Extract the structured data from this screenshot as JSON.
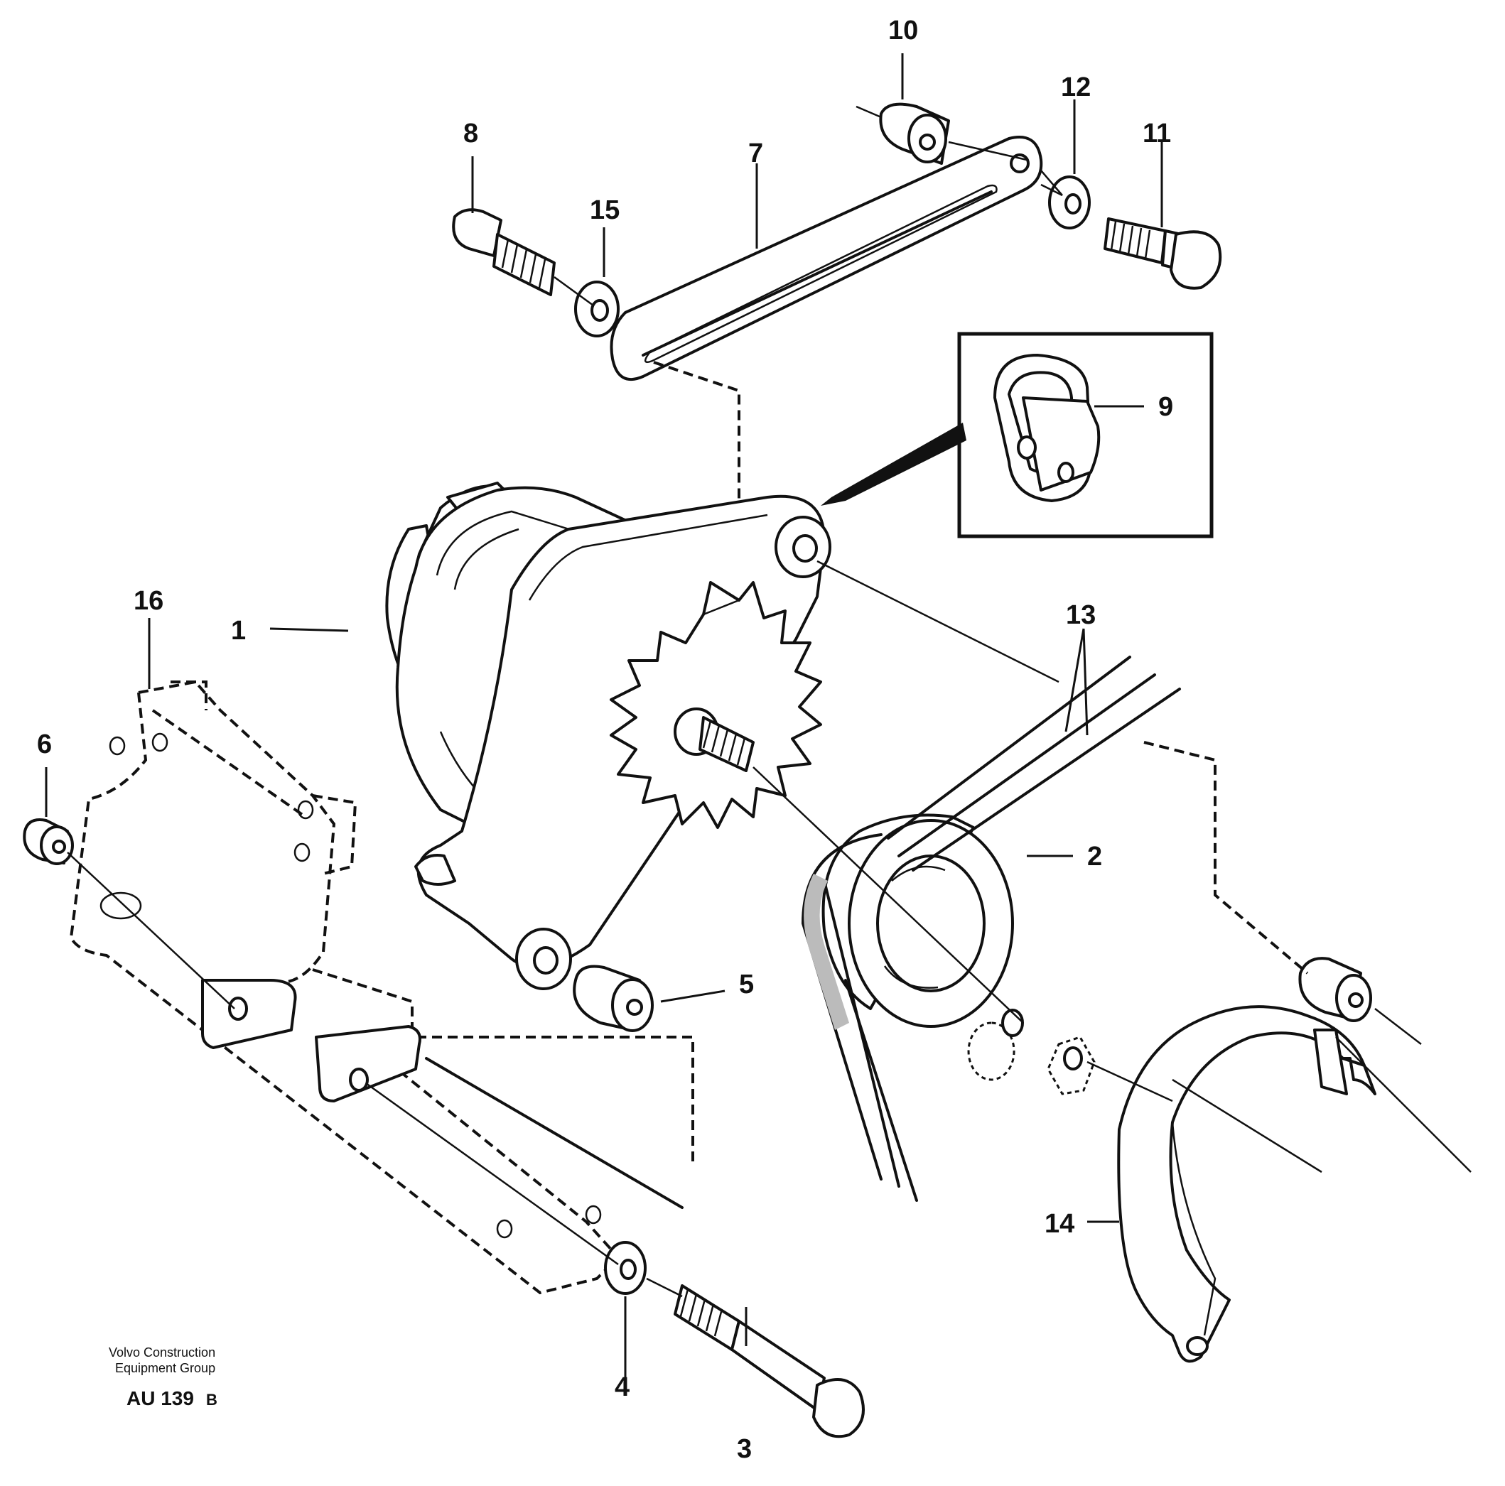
{
  "callouts": {
    "c1": "1",
    "c2": "2",
    "c3": "3",
    "c4": "4",
    "c5": "5",
    "c6": "6",
    "c7": "7",
    "c8": "8",
    "c9": "9",
    "c10": "10",
    "c11": "11",
    "c12": "12",
    "c13": "13",
    "c14": "14",
    "c15": "15",
    "c16": "16"
  },
  "credit": {
    "line1": "Volvo Construction",
    "line2": "Equipment Group"
  },
  "doc_id": {
    "main": "AU 139",
    "suffix": "B"
  }
}
